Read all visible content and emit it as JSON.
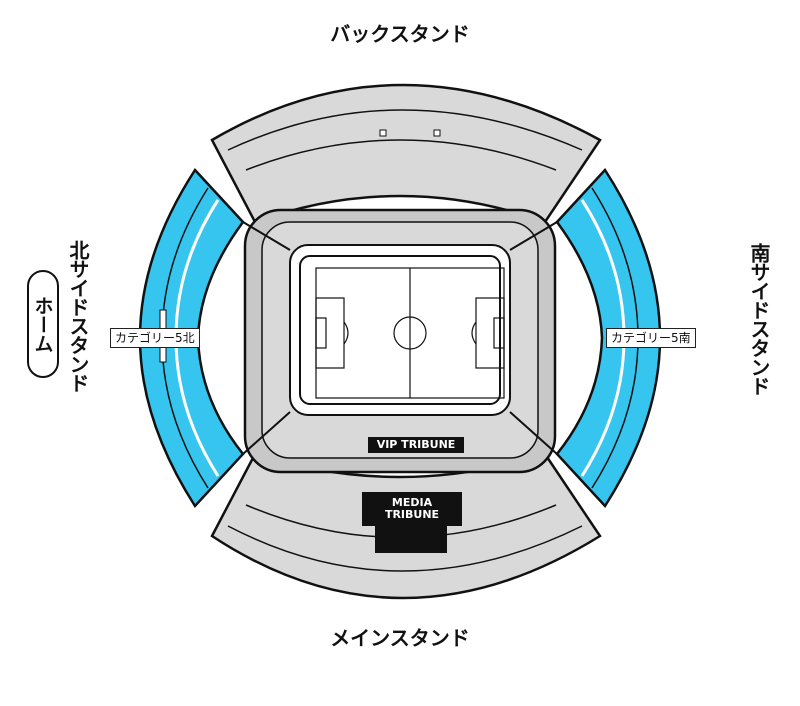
{
  "stands": {
    "back": "バックスタンド",
    "main": "メインスタンド",
    "north": "北サイドスタンド",
    "south": "南サイドスタンド"
  },
  "home_label": "ホーム",
  "category_north": "カテゴリー5北",
  "category_south": "カテゴリー5南",
  "vip_label": "VIP TRIBUNE",
  "media_label": {
    "line1": "MEDIA",
    "line2": "TRIBUNE"
  },
  "colors": {
    "highlight_blue": "#36c5ef",
    "stand_gray": "#d9d9d9",
    "inner_gray": "#c8c8c8",
    "outline": "#111111",
    "pitch": "#ffffff"
  }
}
